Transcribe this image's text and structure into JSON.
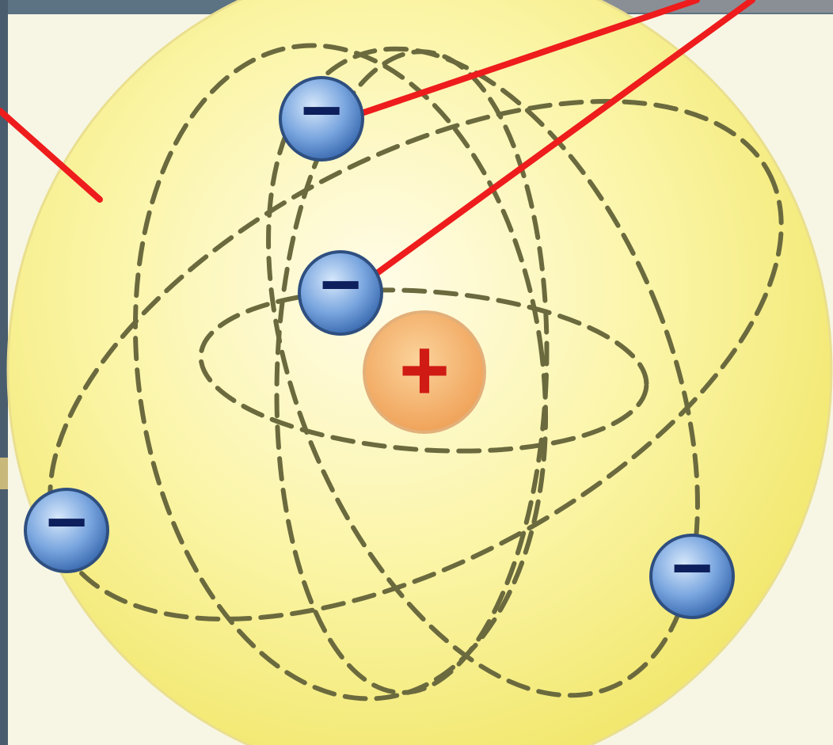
{
  "diagram": {
    "nucleus": {
      "symbol": "+",
      "charge": "positive"
    },
    "electrons": [
      {
        "symbol": "−",
        "charge": "negative"
      },
      {
        "symbol": "−",
        "charge": "negative"
      },
      {
        "symbol": "−",
        "charge": "negative"
      },
      {
        "symbol": "−",
        "charge": "negative"
      }
    ],
    "colors": {
      "atom_fill": "#f7ef8a",
      "electron_fill": "#6f9fdc",
      "electron_sign": "#0d1f5c",
      "nucleus_fill": "#f4b26a",
      "nucleus_sign": "#d01b14",
      "pointer_line": "#ee1c1c",
      "orbit_stroke": "#6b6a3e",
      "frame": "#4a5d6e"
    }
  }
}
